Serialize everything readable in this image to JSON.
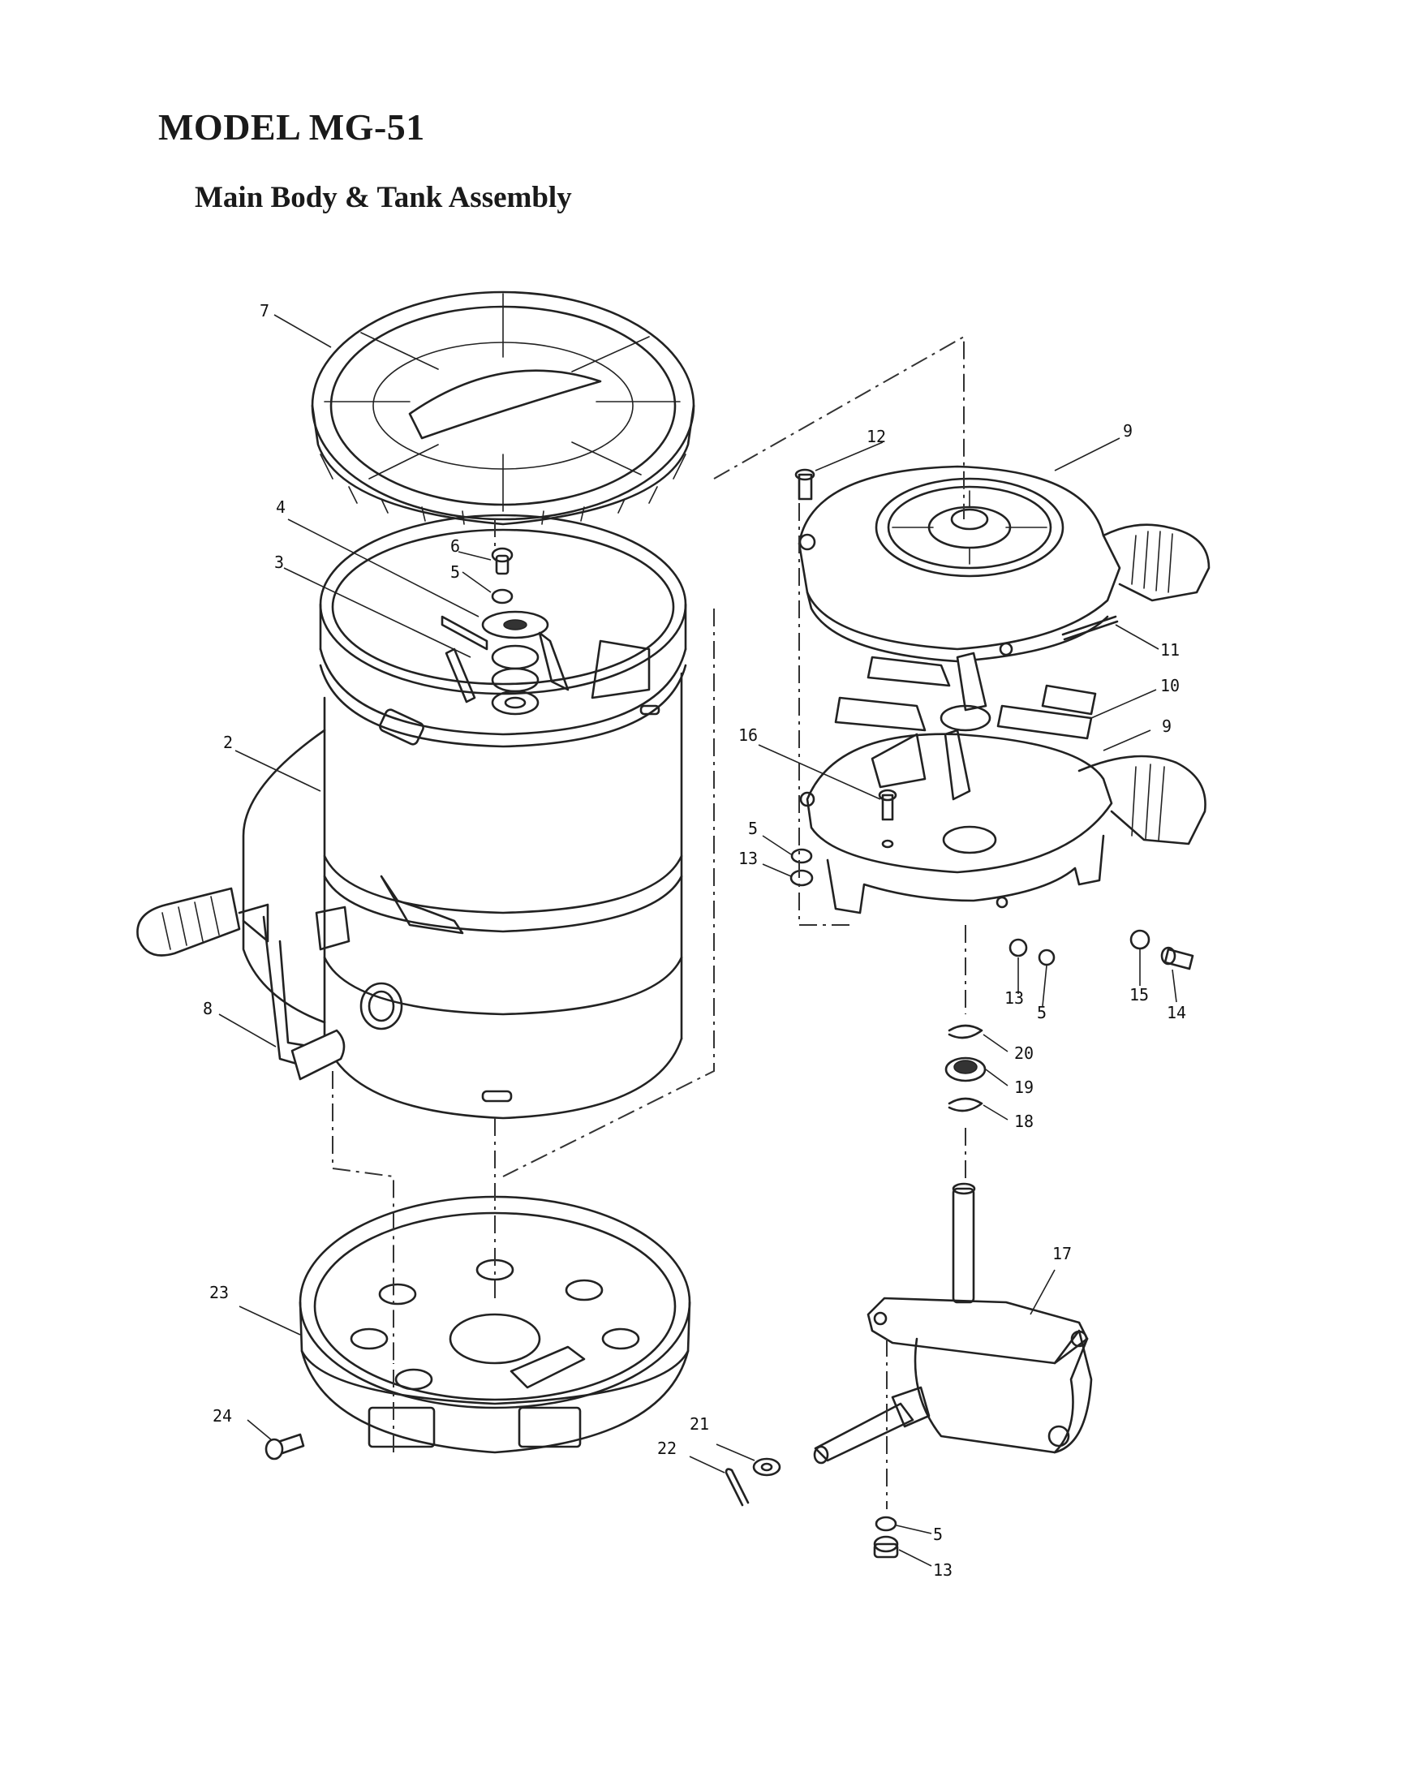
{
  "header": {
    "title": "MODEL MG-51",
    "subtitle": "Main Body & Tank Assembly"
  },
  "callouts": [
    {
      "id": "c7",
      "text": "7"
    },
    {
      "id": "c4",
      "text": "4"
    },
    {
      "id": "c3",
      "text": "3"
    },
    {
      "id": "c6",
      "text": "6"
    },
    {
      "id": "c5a",
      "text": "5"
    },
    {
      "id": "c2",
      "text": "2"
    },
    {
      "id": "c8",
      "text": "8"
    },
    {
      "id": "c23",
      "text": "23"
    },
    {
      "id": "c24",
      "text": "24"
    },
    {
      "id": "c12",
      "text": "12"
    },
    {
      "id": "c9a",
      "text": "9"
    },
    {
      "id": "c11",
      "text": "11"
    },
    {
      "id": "c10",
      "text": "10"
    },
    {
      "id": "c9b",
      "text": "9"
    },
    {
      "id": "c16",
      "text": "16"
    },
    {
      "id": "c5b",
      "text": "5"
    },
    {
      "id": "c13a",
      "text": "13"
    },
    {
      "id": "c13b",
      "text": "13"
    },
    {
      "id": "c5c",
      "text": "5"
    },
    {
      "id": "c15",
      "text": "15"
    },
    {
      "id": "c14",
      "text": "14"
    },
    {
      "id": "c20",
      "text": "20"
    },
    {
      "id": "c19",
      "text": "19"
    },
    {
      "id": "c18",
      "text": "18"
    },
    {
      "id": "c17",
      "text": "17"
    },
    {
      "id": "c21",
      "text": "21"
    },
    {
      "id": "c22",
      "text": "22"
    },
    {
      "id": "c5d",
      "text": "5"
    },
    {
      "id": "c13c",
      "text": "13"
    }
  ]
}
